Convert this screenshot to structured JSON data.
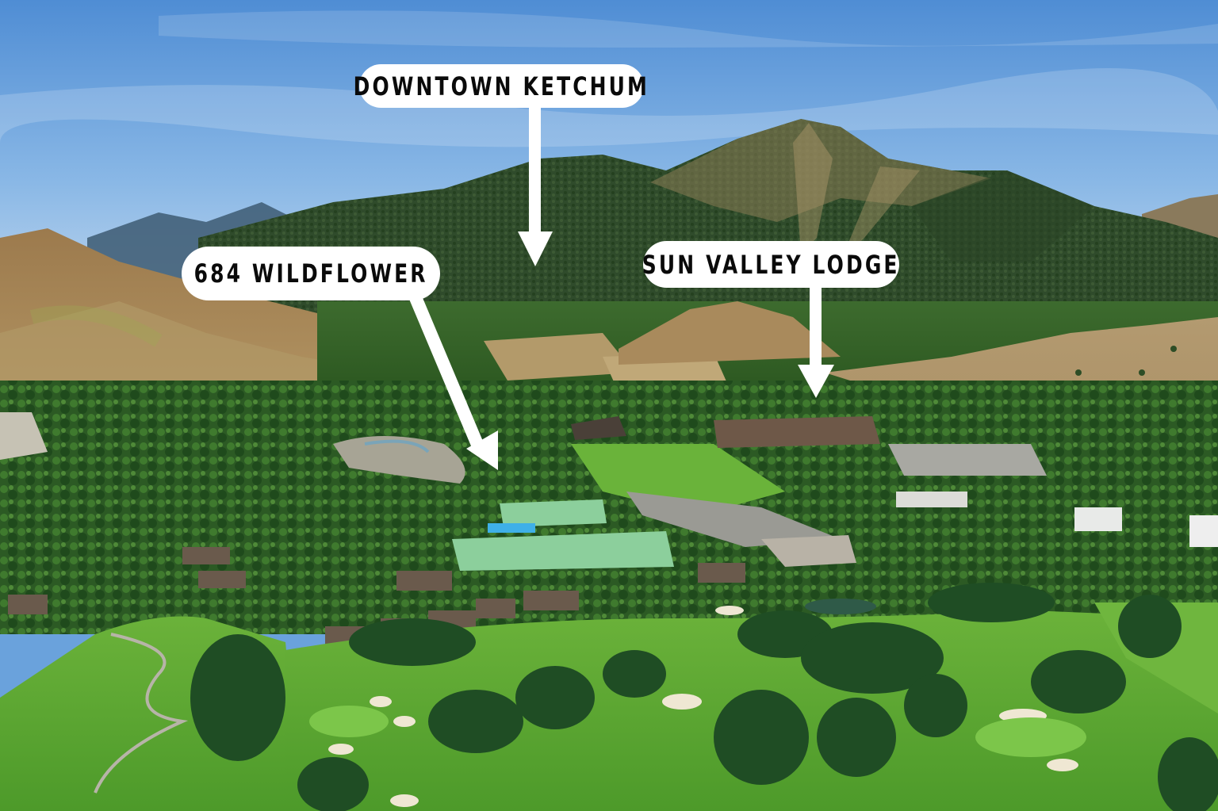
{
  "image": {
    "description": "Aerial photo of Sun Valley, Idaho with Bald Mountain, golf course and tennis courts, annotated with three callout labels",
    "colors": {
      "sky_top": "#5b95d6",
      "sky_bottom": "#b9d3ec",
      "mountain_forest": "#2f4a2c",
      "dry_hill": "#a98a5c",
      "fairway": "#5aa432",
      "tree_dark": "#1f4a22",
      "callout_bg": "#ffffff",
      "callout_text": "#0a0a0a",
      "arrow": "#ffffff"
    }
  },
  "callouts": [
    {
      "id": "downtown-ketchum",
      "label": "DOWNTOWN KETCHUM"
    },
    {
      "id": "684-wildflower",
      "label": "684 WILDFLOWER"
    },
    {
      "id": "sun-valley-lodge",
      "label": "SUN VALLEY LODGE"
    }
  ]
}
